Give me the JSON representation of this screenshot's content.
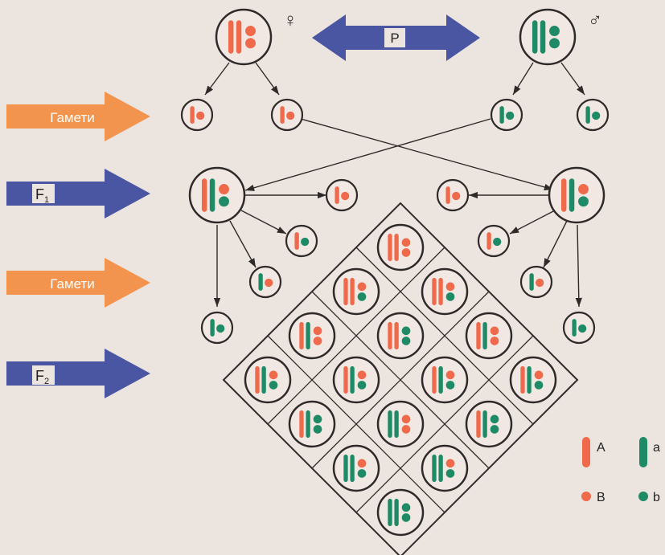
{
  "labels": {
    "gametes_1": "Гамети",
    "f1_letter": "F",
    "f1_sub": "1",
    "gametes_2": "Гамети",
    "f2_letter": "F",
    "f2_sub": "2",
    "p_label": "P",
    "female_symbol": "♀",
    "male_symbol": "♂"
  },
  "legend": {
    "A": "A",
    "a": "a",
    "B": "B",
    "b": "b"
  },
  "colors": {
    "background": "#ece4df",
    "dominant_red": "#ef6a4a",
    "recessive_green": "#1f8a66",
    "orange_arrow": "#f2944e",
    "blue_arrow": "#4b56a3",
    "cell_fill": "#f1e8e4",
    "outline": "#2f2a2a"
  },
  "punnett": {
    "rows_gametes": [
      "AB",
      "Ab",
      "aB",
      "ab"
    ],
    "cols_gametes": [
      "AB",
      "Ab",
      "aB",
      "ab"
    ]
  }
}
